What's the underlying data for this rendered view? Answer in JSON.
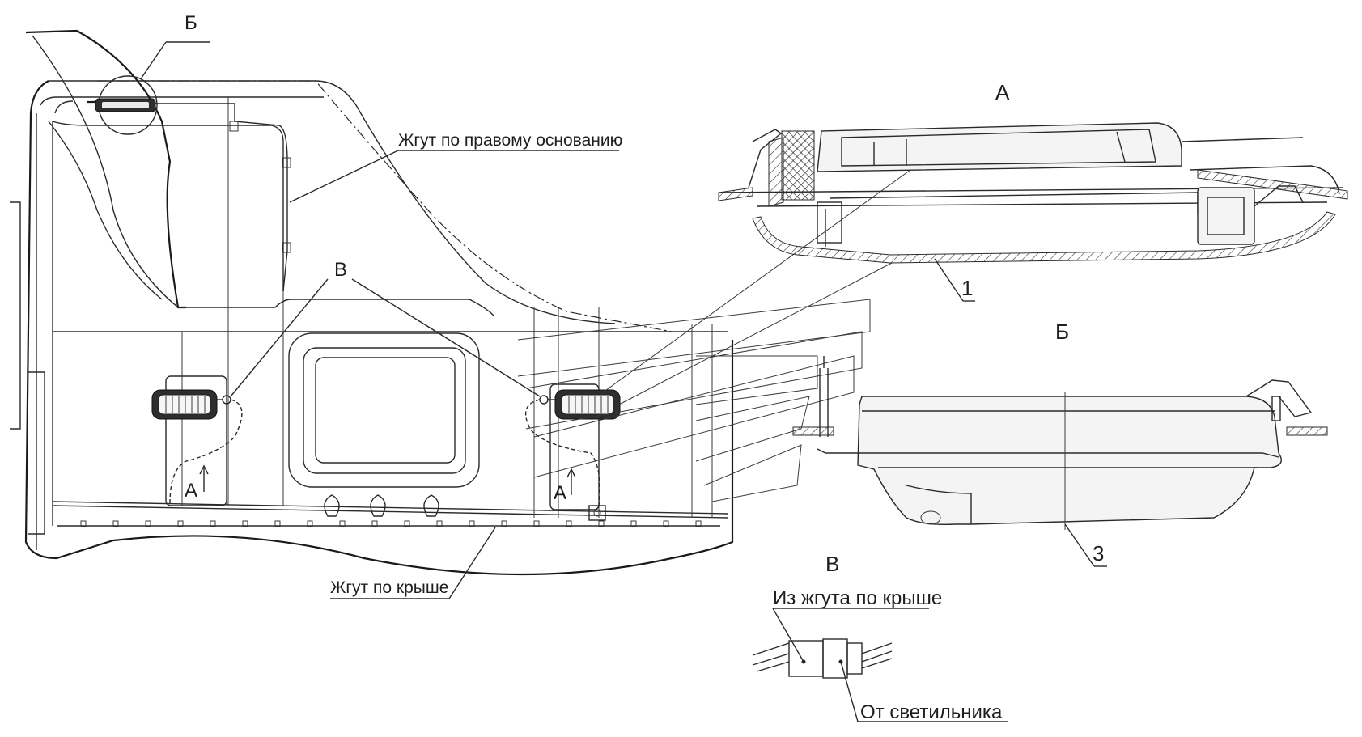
{
  "callouts": {
    "view_b_marker": "Б",
    "view_v_marker": "В",
    "section_a_left": "А",
    "section_a_right": "А",
    "harness_right_base": "Жгут по правому основанию",
    "harness_roof": "Жгут по крыше"
  },
  "detail_a": {
    "title": "А",
    "item": "1"
  },
  "detail_b": {
    "title": "Б",
    "item": "3"
  },
  "detail_v": {
    "title": "В",
    "from_roof_harness": "Из жгута по крыше",
    "from_lamp": "От светильника"
  }
}
